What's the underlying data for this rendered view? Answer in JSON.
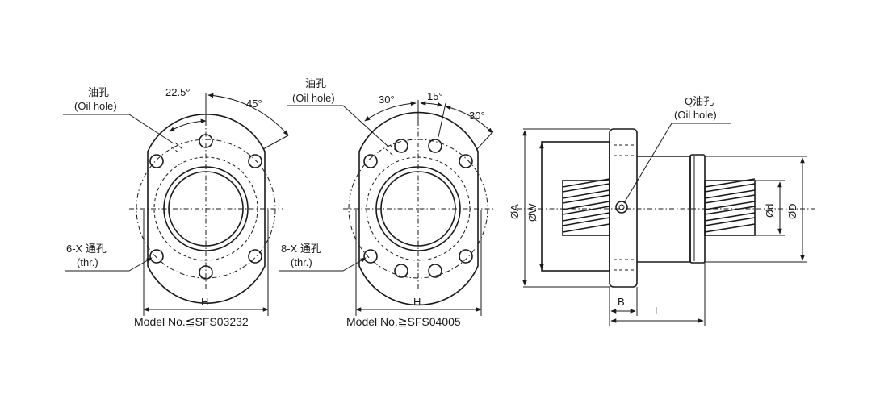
{
  "left_view": {
    "oil_hole_label_cn": "油孔",
    "oil_hole_label_en": "(Oil hole)",
    "angle_a": "22.5°",
    "angle_b": "45°",
    "thru_hole_label": "6-X 通孔",
    "thru_label": "(thr.)",
    "dim_h": "H",
    "model_caption": "Model No.≦SFS03232"
  },
  "middle_view": {
    "oil_hole_label_cn": "油孔",
    "oil_hole_label_en": "(Oil hole)",
    "angle_a": "30°",
    "angle_b": "15°",
    "angle_c": "30°",
    "thru_hole_label": "8-X 通孔",
    "thru_label": "(thr.)",
    "dim_h": "H",
    "model_caption": "Model No.≧SFS04005"
  },
  "side_view": {
    "oil_hole_label_cn": "Q油孔",
    "oil_hole_label_en": "(Oil hole)",
    "dim_a": "ØA",
    "dim_w": "ØW",
    "dim_d_small": "Ød",
    "dim_d_large": "ØD",
    "dim_b": "B",
    "dim_l": "L"
  }
}
